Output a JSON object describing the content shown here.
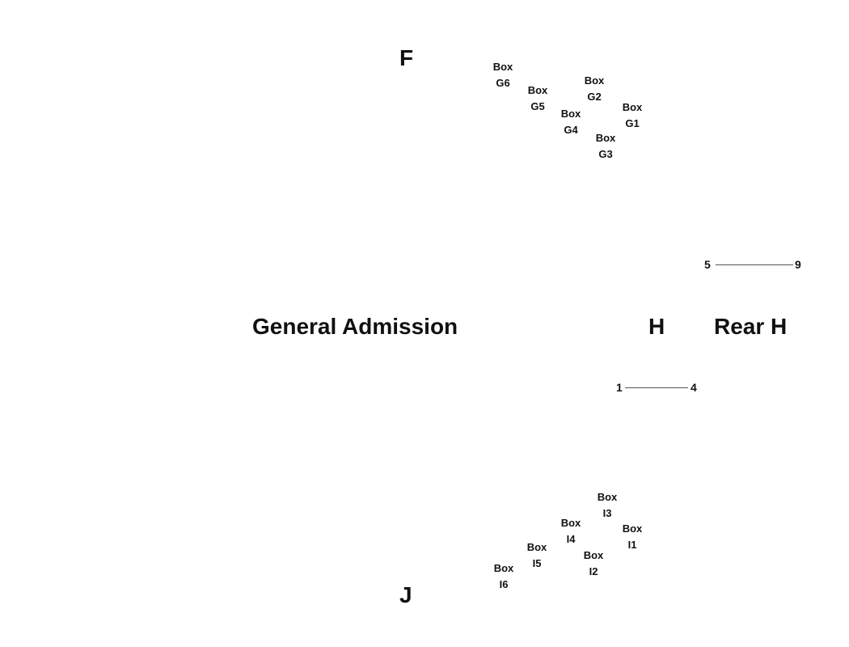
{
  "sections": {
    "f": "F",
    "general_admission": "General Admission",
    "h": "H",
    "rear_h": "Rear H",
    "j": "J"
  },
  "box_word": "Box",
  "boxes_g": [
    {
      "id": "G6"
    },
    {
      "id": "G5"
    },
    {
      "id": "G4"
    },
    {
      "id": "G2"
    },
    {
      "id": "G3"
    },
    {
      "id": "G1"
    }
  ],
  "boxes_i": [
    {
      "id": "I3"
    },
    {
      "id": "I4"
    },
    {
      "id": "I1"
    },
    {
      "id": "I5"
    },
    {
      "id": "I2"
    },
    {
      "id": "I6"
    }
  ],
  "rows": {
    "rear_h": {
      "start": "5",
      "end": "9"
    },
    "h": {
      "start": "1",
      "end": "4"
    }
  }
}
